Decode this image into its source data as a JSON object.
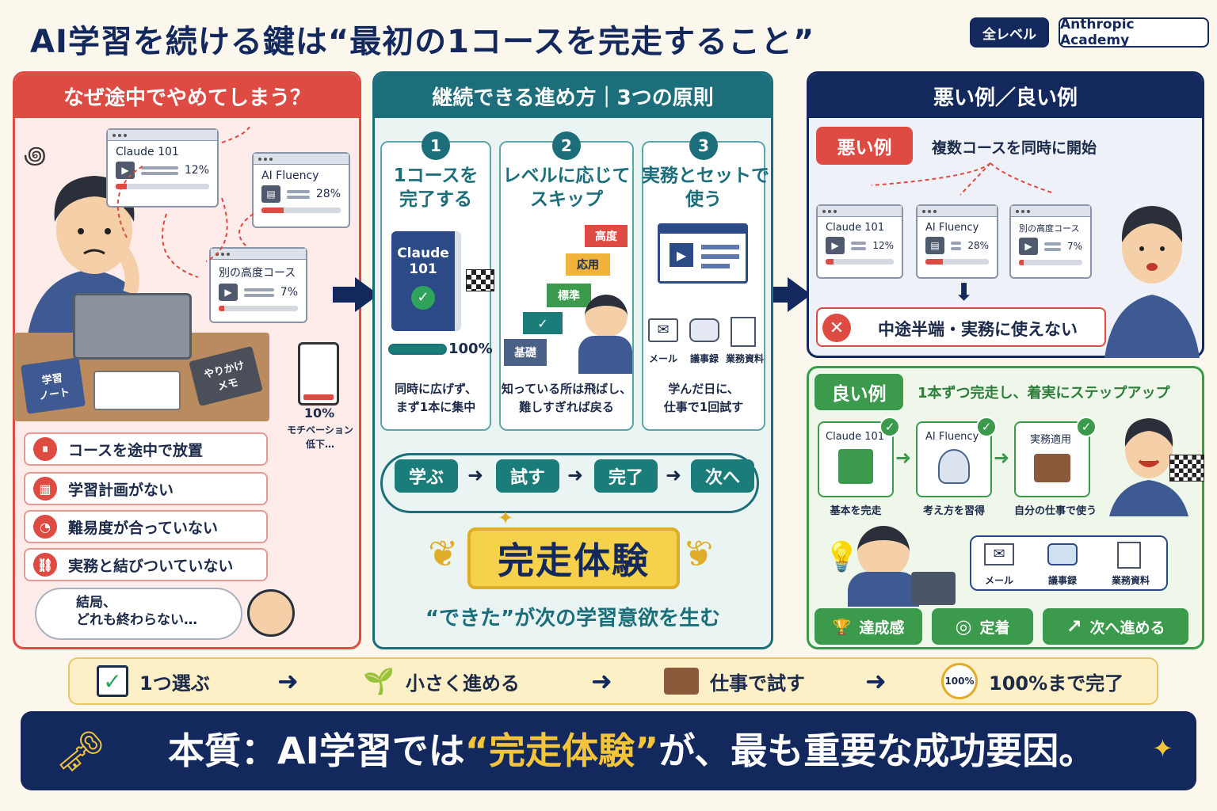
{
  "header": {
    "title": "AI学習を続ける鍵は“最初の1コースを完走すること”",
    "level_badge": "全レベル",
    "brand_badge": "Anthropic Academy"
  },
  "panel_why": {
    "heading": "なぜ途中でやめてしまう？",
    "cards": [
      {
        "title": "Claude 101",
        "percent": "12%",
        "progress": 0.12
      },
      {
        "title": "AI Fluency",
        "percent": "28%",
        "progress": 0.28
      },
      {
        "title": "別の高度コース",
        "percent": "7%",
        "progress": 0.07
      }
    ],
    "desk_items": {
      "notebook": "学習\nノート",
      "memo": "やりかけ\nメモ"
    },
    "battery": {
      "percent": "10%",
      "label1": "モチベーション",
      "label2": "低下…",
      "level": 0.1
    },
    "reasons": [
      {
        "icon": "pause-icon",
        "glyph": "⏸",
        "label": "コースを途中で放置"
      },
      {
        "icon": "calendar-icon",
        "glyph": "▦",
        "label": "学習計画がない"
      },
      {
        "icon": "gauge-icon",
        "glyph": "◔",
        "label": "難易度が合っていない"
      },
      {
        "icon": "broken-link-icon",
        "glyph": "⛓",
        "label": "実務と結びついていない"
      }
    ],
    "conclusion_line1": "結局、",
    "conclusion_line2": "どれも終わらない…"
  },
  "panel_principles": {
    "heading": "継続できる進め方｜3つの原則",
    "principles": [
      {
        "number": "1",
        "title1": "1コースを",
        "title2": "完了する",
        "desc1": "同時に広げず、",
        "desc2": "まず1本に集中"
      },
      {
        "number": "2",
        "title1": "レベルに応じて",
        "title2": "スキップ",
        "desc1": "知っている所は飛ばし、",
        "desc2": "難しすぎれば戻る"
      },
      {
        "number": "3",
        "title1": "実務とセットで",
        "title2": "使う",
        "desc1": "学んだ日に、",
        "desc2": "仕事で1回試す"
      }
    ],
    "book": {
      "line1": "Claude",
      "line2": "101",
      "percent": "100%"
    },
    "levels": [
      "高度",
      "応用",
      "標準",
      "基礎"
    ],
    "work_items": [
      "メール",
      "議事録",
      "業務資料"
    ],
    "cycle": [
      "学ぶ",
      "試す",
      "完了",
      "次へ"
    ],
    "highlight": "完走体験",
    "tagline": "“できた”が次の学習意欲を生む"
  },
  "panel_bad": {
    "heading": "悪い例／良い例",
    "badge": "悪い例",
    "desc": "複数コースを同時に開始",
    "cards": [
      {
        "title": "Claude 101",
        "percent": "12%",
        "progress": 0.12
      },
      {
        "title": "AI Fluency",
        "percent": "28%",
        "progress": 0.28
      },
      {
        "title": "別の高度コース",
        "percent": "7%",
        "progress": 0.07
      }
    ],
    "result": "中途半端・実務に使えない"
  },
  "panel_good": {
    "badge": "良い例",
    "desc": "1本ずつ完走し、着実にステップアップ",
    "steps": [
      {
        "title": "Claude 101",
        "caption": "基本を完走"
      },
      {
        "title": "AI Fluency",
        "caption": "考え方を習得"
      },
      {
        "title": "実務適用",
        "caption": "自分の仕事で使う"
      }
    ],
    "work_items": [
      "メール",
      "議事録",
      "業務資料"
    ],
    "outcomes": [
      {
        "icon": "trophy-icon",
        "glyph": "🏆",
        "label": "達成感"
      },
      {
        "icon": "target-icon",
        "glyph": "◎",
        "label": "定着"
      },
      {
        "icon": "trend-up-icon",
        "glyph": "↗",
        "label": "次へ進める"
      }
    ]
  },
  "flow": [
    {
      "icon": "checkbox-icon",
      "label": "1つ選ぶ"
    },
    {
      "icon": "sprout-icon",
      "label": "小さく進める"
    },
    {
      "icon": "briefcase-icon",
      "label": "仕事で試す"
    },
    {
      "icon": "hundred-percent-icon",
      "badge": "100%",
      "label": "100%まで完了"
    }
  ],
  "bottom": {
    "prefix": "本質：AI学習では",
    "highlight": "“完走体験”",
    "suffix": "が、最も重要な成功要因。"
  },
  "colors": {
    "navy": "#13285c",
    "red": "#de4b43",
    "teal": "#1b6e7a",
    "green": "#3b9a4b",
    "gold": "#f4c43a"
  }
}
